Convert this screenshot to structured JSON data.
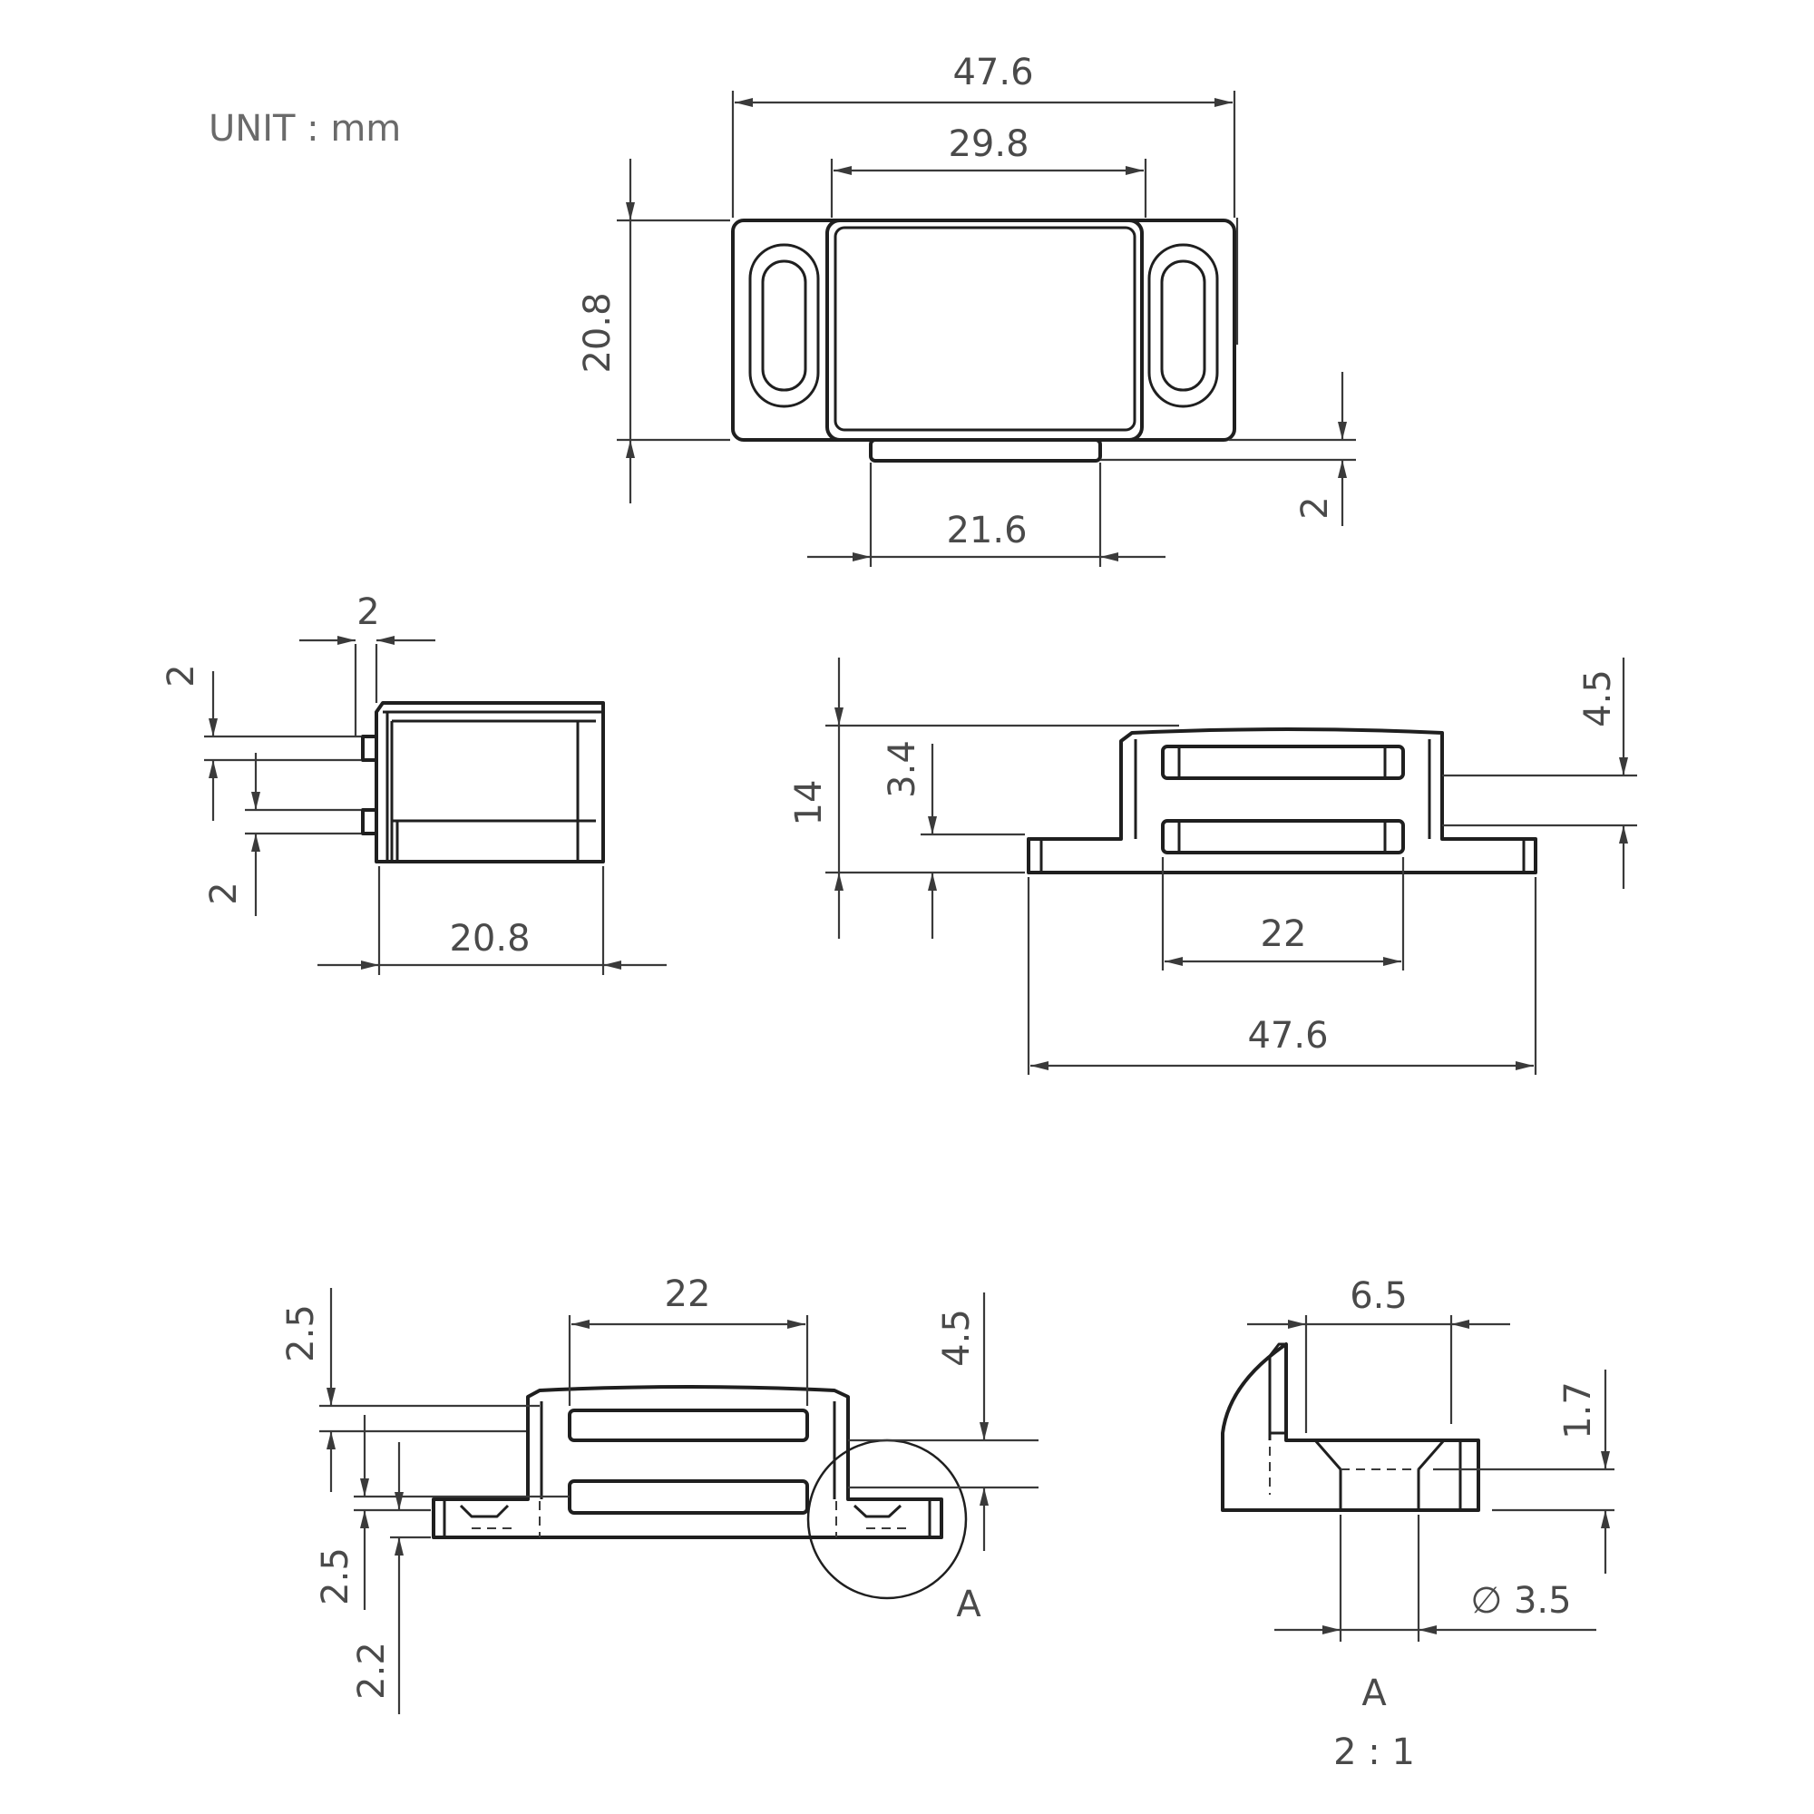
{
  "unit_label": "UNIT : mm",
  "top_view": {
    "overall_width": "47.6",
    "body_width": "29.8",
    "height": "20.8",
    "strip_width": "21.6",
    "strip_offset": "2"
  },
  "side_view": {
    "pin_width": "2",
    "pin_height_top": "2",
    "pin_height_bottom": "2",
    "depth": "20.8"
  },
  "front_view": {
    "height": "14",
    "slot_gap": "3.4",
    "top_offset": "4.5",
    "magnet_length": "22",
    "overall_width": "47.6"
  },
  "section_view": {
    "magnet_length": "22",
    "top_offset": "2.5",
    "right_offset": "4.5",
    "bottom_offset": "2.5",
    "base_thickness": "2.2",
    "detail_label": "A"
  },
  "detail_view": {
    "counterbore": "6.5",
    "lip": "1.7",
    "hole_diameter": "∅ 3.5",
    "label": "A",
    "scale": "2 : 1"
  }
}
